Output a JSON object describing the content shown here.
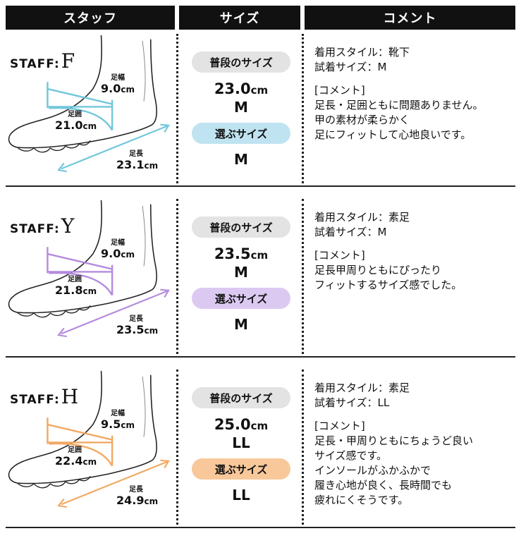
{
  "headers": {
    "staff": "スタッフ",
    "size": "サイズ",
    "comment": "コメント"
  },
  "labels": {
    "usual_size": "普段のサイズ",
    "chosen_size": "選ぶサイズ",
    "foot_width": "足幅",
    "foot_girth": "足囲",
    "foot_length": "足長",
    "unit": "cm",
    "staff_prefix": "STAFF:"
  },
  "rows": [
    {
      "letter": "F",
      "accent": "#72c7dc",
      "chosen_bg": "#bfe3f0",
      "width": "9.0",
      "girth": "21.0",
      "length": "23.1",
      "usual_size_cm": "23.0",
      "usual_size_letter": "M",
      "chosen_size": "M",
      "comment": [
        "着用スタイル：靴下",
        "試着サイズ：M",
        "",
        "[コメント]",
        "足長・足囲ともに問題ありません。",
        "甲の素材が柔らかく",
        "足にフィットして心地良いです。"
      ]
    },
    {
      "letter": "Y",
      "accent": "#b48bde",
      "chosen_bg": "#dcc9f2",
      "width": "9.0",
      "girth": "21.8",
      "length": "23.5",
      "usual_size_cm": "23.5",
      "usual_size_letter": "M",
      "chosen_size": "M",
      "comment": [
        "着用スタイル：素足",
        "試着サイズ：M",
        "",
        "[コメント]",
        "足長甲周りともにぴったり",
        "フィットするサイズ感でした。"
      ]
    },
    {
      "letter": "H",
      "accent": "#f2a964",
      "chosen_bg": "#f8c89a",
      "width": "9.5",
      "girth": "22.4",
      "length": "24.9",
      "usual_size_cm": "25.0",
      "usual_size_letter": "LL",
      "chosen_size": "LL",
      "comment": [
        "着用スタイル：素足",
        "試着サイズ：LL",
        "",
        "[コメント]",
        "足長・甲周りともにちょうど良い",
        "サイズ感です。",
        "インソールがふかふかで",
        "履き心地が良く、長時間でも",
        "疲れにくそうです。"
      ]
    }
  ]
}
